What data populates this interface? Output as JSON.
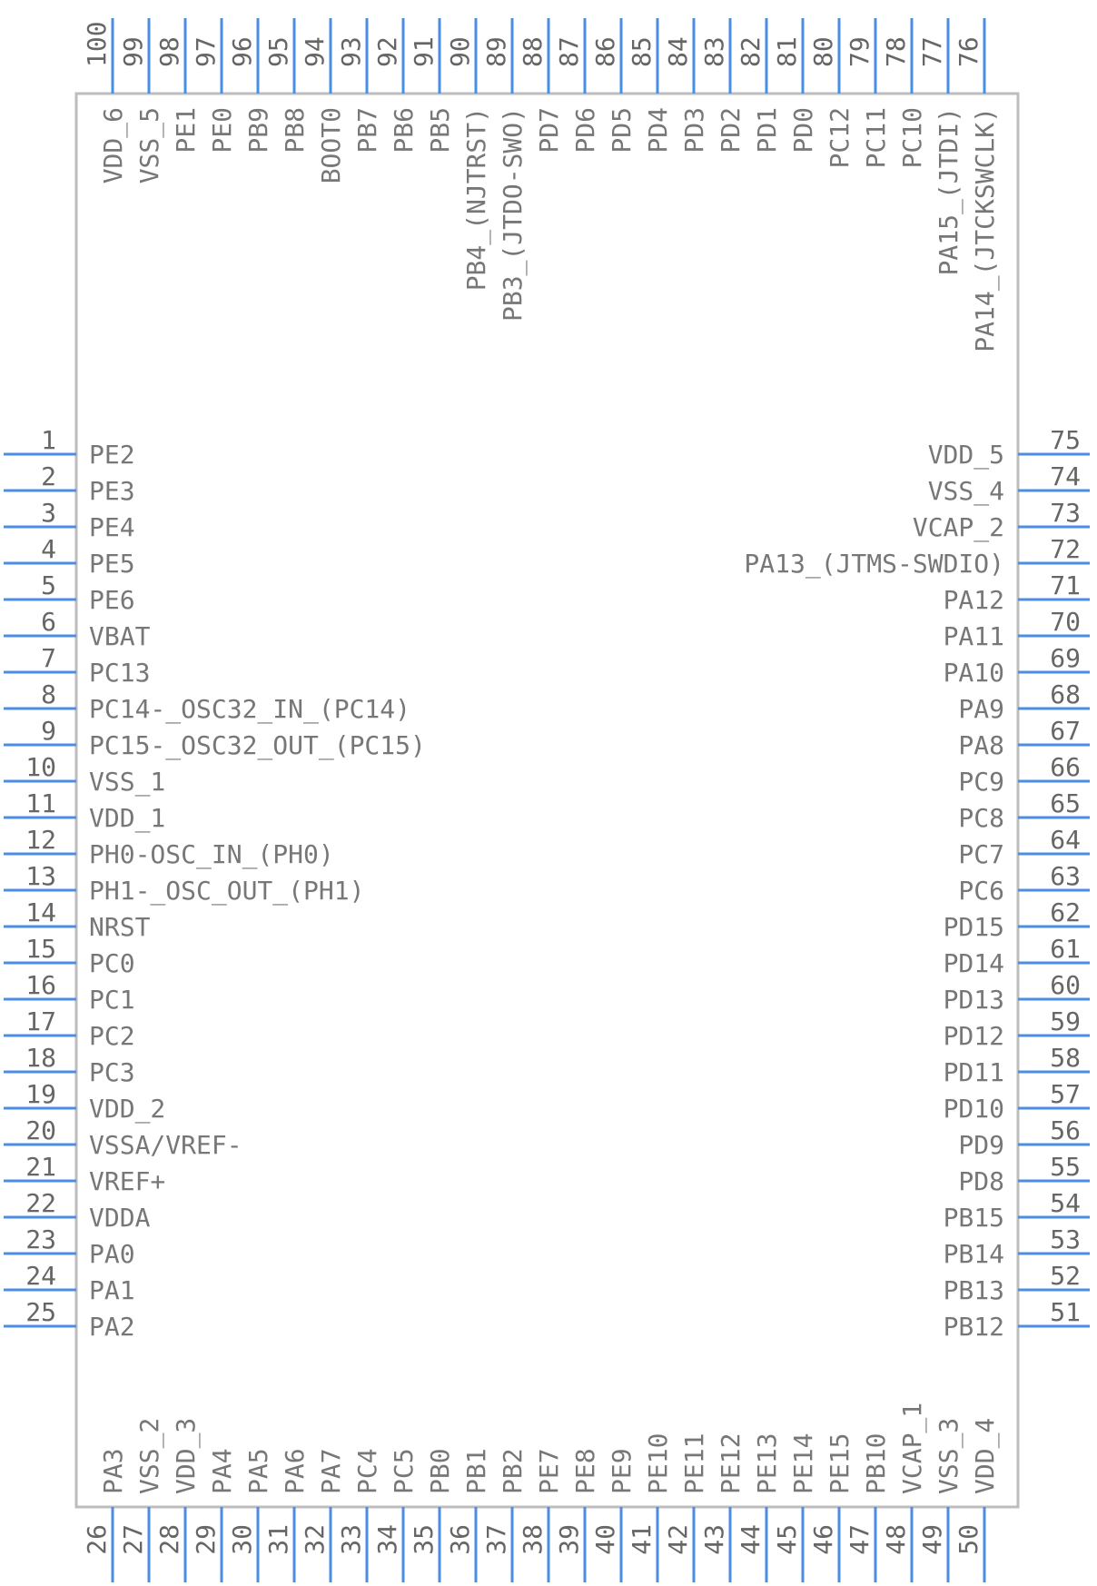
{
  "pins": {
    "left": [
      {
        "num": "1",
        "label": "PE2"
      },
      {
        "num": "2",
        "label": "PE3"
      },
      {
        "num": "3",
        "label": "PE4"
      },
      {
        "num": "4",
        "label": "PE5"
      },
      {
        "num": "5",
        "label": "PE6"
      },
      {
        "num": "6",
        "label": "VBAT"
      },
      {
        "num": "7",
        "label": "PC13"
      },
      {
        "num": "8",
        "label": "PC14-_OSC32_IN_(PC14)"
      },
      {
        "num": "9",
        "label": "PC15-_OSC32_OUT_(PC15)"
      },
      {
        "num": "10",
        "label": "VSS_1"
      },
      {
        "num": "11",
        "label": "VDD_1"
      },
      {
        "num": "12",
        "label": "PH0-OSC_IN_(PH0)"
      },
      {
        "num": "13",
        "label": "PH1-_OSC_OUT_(PH1)"
      },
      {
        "num": "14",
        "label": "NRST"
      },
      {
        "num": "15",
        "label": "PC0"
      },
      {
        "num": "16",
        "label": "PC1"
      },
      {
        "num": "17",
        "label": "PC2"
      },
      {
        "num": "18",
        "label": "PC3"
      },
      {
        "num": "19",
        "label": "VDD_2"
      },
      {
        "num": "20",
        "label": "VSSA/VREF-"
      },
      {
        "num": "21",
        "label": "VREF+"
      },
      {
        "num": "22",
        "label": "VDDA"
      },
      {
        "num": "23",
        "label": "PA0"
      },
      {
        "num": "24",
        "label": "PA1"
      },
      {
        "num": "25",
        "label": "PA2"
      }
    ],
    "bottom": [
      {
        "num": "26",
        "label": "PA3"
      },
      {
        "num": "27",
        "label": "VSS_2"
      },
      {
        "num": "28",
        "label": "VDD_3"
      },
      {
        "num": "29",
        "label": "PA4"
      },
      {
        "num": "30",
        "label": "PA5"
      },
      {
        "num": "31",
        "label": "PA6"
      },
      {
        "num": "32",
        "label": "PA7"
      },
      {
        "num": "33",
        "label": "PC4"
      },
      {
        "num": "34",
        "label": "PC5"
      },
      {
        "num": "35",
        "label": "PB0"
      },
      {
        "num": "36",
        "label": "PB1"
      },
      {
        "num": "37",
        "label": "PB2"
      },
      {
        "num": "38",
        "label": "PE7"
      },
      {
        "num": "39",
        "label": "PE8"
      },
      {
        "num": "40",
        "label": "PE9"
      },
      {
        "num": "41",
        "label": "PE10"
      },
      {
        "num": "42",
        "label": "PE11"
      },
      {
        "num": "43",
        "label": "PE12"
      },
      {
        "num": "44",
        "label": "PE13"
      },
      {
        "num": "45",
        "label": "PE14"
      },
      {
        "num": "46",
        "label": "PE15"
      },
      {
        "num": "47",
        "label": "PB10"
      },
      {
        "num": "48",
        "label": "VCAP_1"
      },
      {
        "num": "49",
        "label": "VSS_3"
      },
      {
        "num": "50",
        "label": "VDD_4"
      }
    ],
    "right": [
      {
        "num": "51",
        "label": "PB12"
      },
      {
        "num": "52",
        "label": "PB13"
      },
      {
        "num": "53",
        "label": "PB14"
      },
      {
        "num": "54",
        "label": "PB15"
      },
      {
        "num": "55",
        "label": "PD8"
      },
      {
        "num": "56",
        "label": "PD9"
      },
      {
        "num": "57",
        "label": "PD10"
      },
      {
        "num": "58",
        "label": "PD11"
      },
      {
        "num": "59",
        "label": "PD12"
      },
      {
        "num": "60",
        "label": "PD13"
      },
      {
        "num": "61",
        "label": "PD14"
      },
      {
        "num": "62",
        "label": "PD15"
      },
      {
        "num": "63",
        "label": "PC6"
      },
      {
        "num": "64",
        "label": "PC7"
      },
      {
        "num": "65",
        "label": "PC8"
      },
      {
        "num": "66",
        "label": "PC9"
      },
      {
        "num": "67",
        "label": "PA8"
      },
      {
        "num": "68",
        "label": "PA9"
      },
      {
        "num": "69",
        "label": "PA10"
      },
      {
        "num": "70",
        "label": "PA11"
      },
      {
        "num": "71",
        "label": "PA12"
      },
      {
        "num": "72",
        "label": "PA13_(JTMS-SWDIO)"
      },
      {
        "num": "73",
        "label": "VCAP_2"
      },
      {
        "num": "74",
        "label": "VSS_4"
      },
      {
        "num": "75",
        "label": "VDD_5"
      }
    ],
    "top": [
      {
        "num": "76",
        "label": "PA14_(JTCKSWCLK)"
      },
      {
        "num": "77",
        "label": "PA15_(JTDI)"
      },
      {
        "num": "78",
        "label": "PC10"
      },
      {
        "num": "79",
        "label": "PC11"
      },
      {
        "num": "80",
        "label": "PC12"
      },
      {
        "num": "81",
        "label": "PD0"
      },
      {
        "num": "82",
        "label": "PD1"
      },
      {
        "num": "83",
        "label": "PD2"
      },
      {
        "num": "84",
        "label": "PD3"
      },
      {
        "num": "85",
        "label": "PD4"
      },
      {
        "num": "86",
        "label": "PD5"
      },
      {
        "num": "87",
        "label": "PD6"
      },
      {
        "num": "88",
        "label": "PD7"
      },
      {
        "num": "89",
        "label": "PB3_(JTDO-SWO)"
      },
      {
        "num": "90",
        "label": "PB4_(NJTRST)"
      },
      {
        "num": "91",
        "label": "PB5"
      },
      {
        "num": "92",
        "label": "PB6"
      },
      {
        "num": "93",
        "label": "PB7"
      },
      {
        "num": "94",
        "label": "BOOT0"
      },
      {
        "num": "95",
        "label": "PB8"
      },
      {
        "num": "96",
        "label": "PB9"
      },
      {
        "num": "97",
        "label": "PE0"
      },
      {
        "num": "98",
        "label": "PE1"
      },
      {
        "num": "99",
        "label": "VSS_5"
      },
      {
        "num": "100",
        "label": "VDD_6"
      }
    ]
  }
}
